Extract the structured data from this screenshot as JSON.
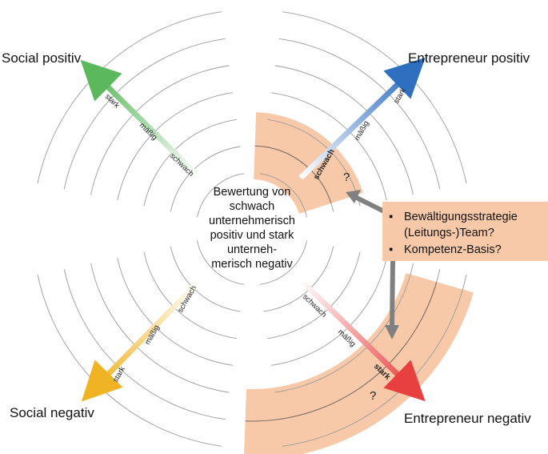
{
  "corners": {
    "social_positiv": "Social positiv",
    "entrepreneur_positiv": "Entrepreneur positiv",
    "social_negativ": "Social negativ",
    "entrepreneur_negativ": "Entrepreneur negativ"
  },
  "center_lines": [
    "Bewertung von",
    "schwach",
    "unternehmerisch",
    "positiv und stark",
    "unterneh-",
    "merisch negativ"
  ],
  "scale": {
    "strong": "stark",
    "medium": "mäßig",
    "weak": "schwach"
  },
  "question_mark": "?",
  "box": {
    "items": [
      "Bewältigungsstrategie",
      "(Leitungs-)Team?",
      "Kompetenz-Basis?"
    ],
    "bullet": "▪"
  },
  "colors": {
    "social_positiv": "#5cb85c",
    "entrepreneur_positiv": "#2f6fbf",
    "social_negativ": "#f0b323",
    "entrepreneur_negativ": "#e84040",
    "highlight_band": "#f7c9a8",
    "arrow_gray": "#808080",
    "ring_stroke": "#9a9a9a"
  }
}
